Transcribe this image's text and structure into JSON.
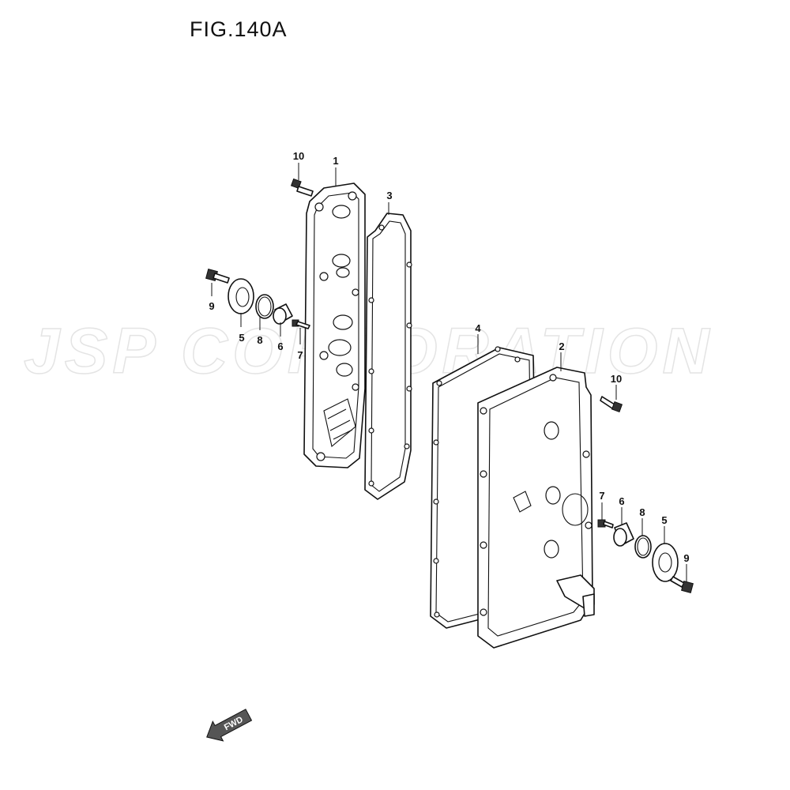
{
  "figure": {
    "title": "FIG.140A"
  },
  "watermark": {
    "text": "JSP CORPORATION"
  },
  "fwd_arrow": {
    "label": "FWD"
  },
  "callouts": {
    "c1": "1",
    "c2": "2",
    "c3": "3",
    "c4": "4",
    "c5a": "5",
    "c5b": "5",
    "c6a": "6",
    "c6b": "6",
    "c7a": "7",
    "c7b": "7",
    "c8a": "8",
    "c8b": "8",
    "c9a": "9",
    "c9b": "9",
    "c10a": "10",
    "c10b": "10"
  }
}
